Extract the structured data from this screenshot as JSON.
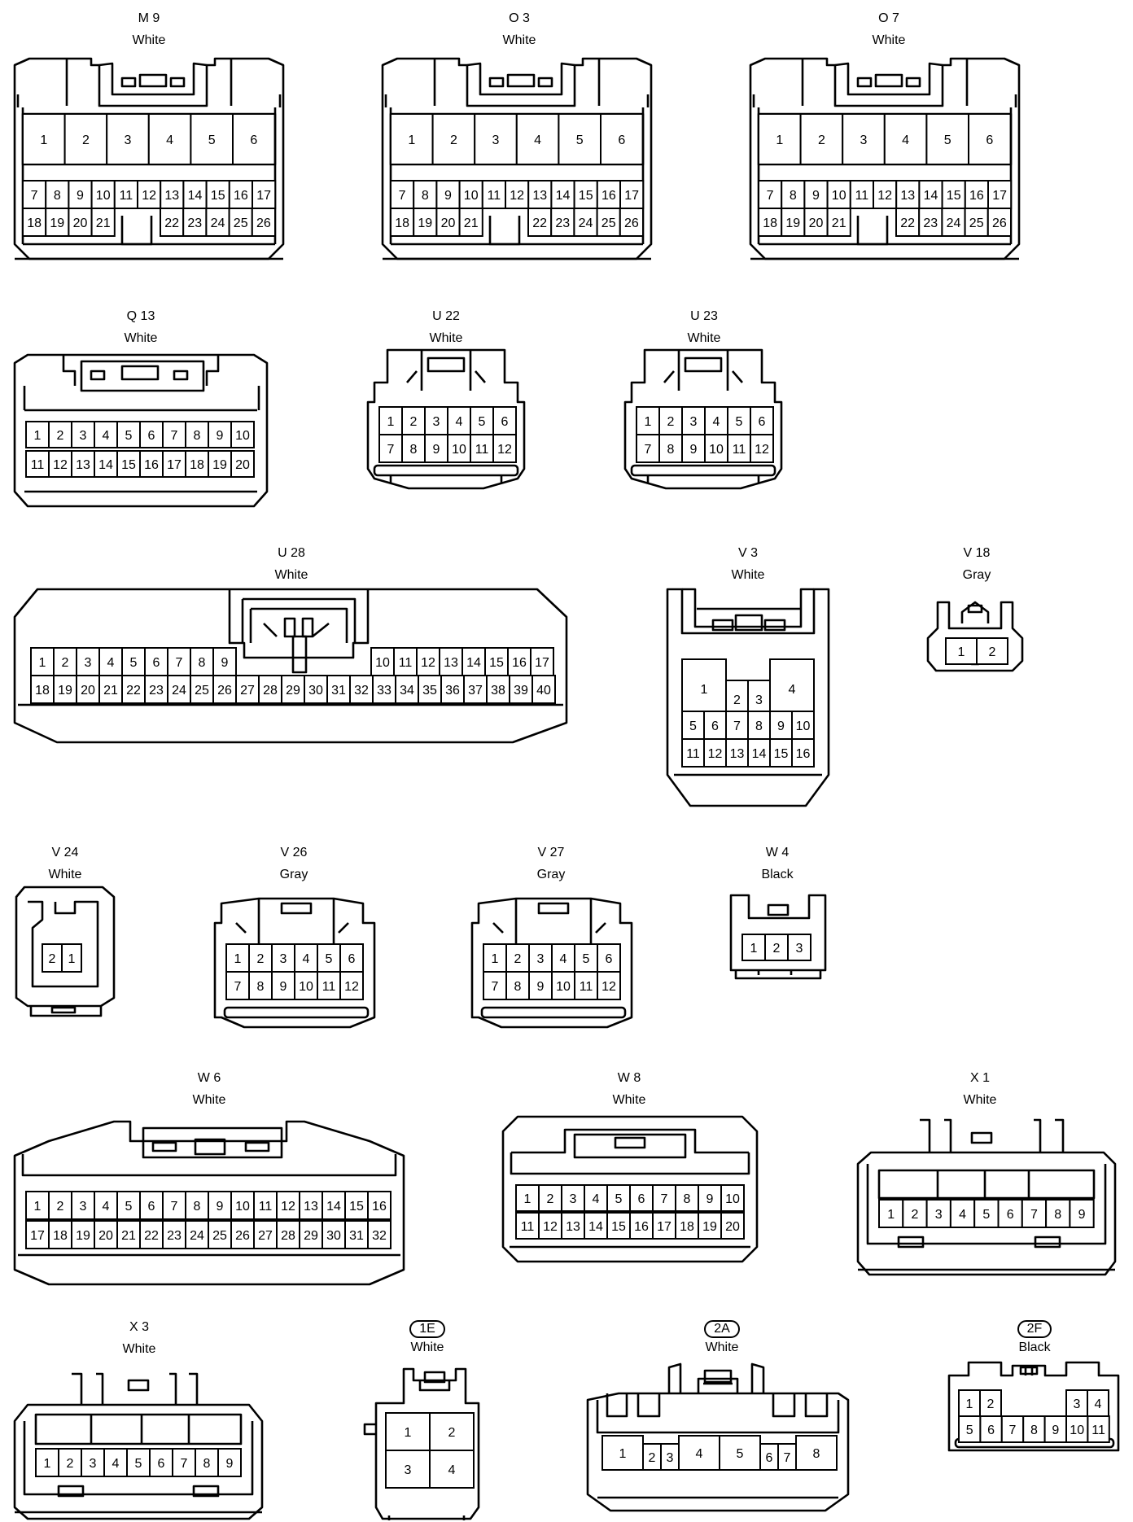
{
  "connectors": [
    {
      "id": "M 9",
      "color": "White",
      "pins": [
        "1",
        "2",
        "3",
        "4",
        "5",
        "6",
        "7",
        "8",
        "9",
        "10",
        "11",
        "12",
        "13",
        "14",
        "15",
        "16",
        "17",
        "18",
        "19",
        "20",
        "21",
        "22",
        "23",
        "24",
        "25",
        "26"
      ]
    },
    {
      "id": "O 3",
      "color": "White",
      "pins": [
        "1",
        "2",
        "3",
        "4",
        "5",
        "6",
        "7",
        "8",
        "9",
        "10",
        "11",
        "12",
        "13",
        "14",
        "15",
        "16",
        "17",
        "18",
        "19",
        "20",
        "21",
        "22",
        "23",
        "24",
        "25",
        "26"
      ]
    },
    {
      "id": "O 7",
      "color": "White",
      "pins": [
        "1",
        "2",
        "3",
        "4",
        "5",
        "6",
        "7",
        "8",
        "9",
        "10",
        "11",
        "12",
        "13",
        "14",
        "15",
        "16",
        "17",
        "18",
        "19",
        "20",
        "21",
        "22",
        "23",
        "24",
        "25",
        "26"
      ]
    },
    {
      "id": "Q 13",
      "color": "White",
      "pins": [
        "1",
        "2",
        "3",
        "4",
        "5",
        "6",
        "7",
        "8",
        "9",
        "10",
        "11",
        "12",
        "13",
        "14",
        "15",
        "16",
        "17",
        "18",
        "19",
        "20"
      ]
    },
    {
      "id": "U 22",
      "color": "White",
      "pins": [
        "1",
        "2",
        "3",
        "4",
        "5",
        "6",
        "7",
        "8",
        "9",
        "10",
        "11",
        "12"
      ]
    },
    {
      "id": "U 23",
      "color": "White",
      "pins": [
        "1",
        "2",
        "3",
        "4",
        "5",
        "6",
        "7",
        "8",
        "9",
        "10",
        "11",
        "12"
      ]
    },
    {
      "id": "U 28",
      "color": "White",
      "pins": [
        "1",
        "2",
        "3",
        "4",
        "5",
        "6",
        "7",
        "8",
        "9",
        "10",
        "11",
        "12",
        "13",
        "14",
        "15",
        "16",
        "17",
        "18",
        "19",
        "20",
        "21",
        "22",
        "23",
        "24",
        "25",
        "26",
        "27",
        "28",
        "29",
        "30",
        "31",
        "32",
        "33",
        "34",
        "35",
        "36",
        "37",
        "38",
        "39",
        "40"
      ]
    },
    {
      "id": "V 3",
      "color": "White",
      "pins": [
        "1",
        "2",
        "3",
        "4",
        "5",
        "6",
        "7",
        "8",
        "9",
        "10",
        "11",
        "12",
        "13",
        "14",
        "15",
        "16"
      ]
    },
    {
      "id": "V 18",
      "color": "Gray",
      "pins": [
        "1",
        "2"
      ]
    },
    {
      "id": "V 24",
      "color": "White",
      "pins": [
        "2",
        "1"
      ]
    },
    {
      "id": "V 26",
      "color": "Gray",
      "pins": [
        "1",
        "2",
        "3",
        "4",
        "5",
        "6",
        "7",
        "8",
        "9",
        "10",
        "11",
        "12"
      ]
    },
    {
      "id": "V 27",
      "color": "Gray",
      "pins": [
        "1",
        "2",
        "3",
        "4",
        "5",
        "6",
        "7",
        "8",
        "9",
        "10",
        "11",
        "12"
      ]
    },
    {
      "id": "W 4",
      "color": "Black",
      "pins": [
        "1",
        "2",
        "3"
      ]
    },
    {
      "id": "W 6",
      "color": "White",
      "pins": [
        "1",
        "2",
        "3",
        "4",
        "5",
        "6",
        "7",
        "8",
        "9",
        "10",
        "11",
        "12",
        "13",
        "14",
        "15",
        "16",
        "17",
        "18",
        "19",
        "20",
        "21",
        "22",
        "23",
        "24",
        "25",
        "26",
        "27",
        "28",
        "29",
        "30",
        "31",
        "32"
      ]
    },
    {
      "id": "W 8",
      "color": "White",
      "pins": [
        "1",
        "2",
        "3",
        "4",
        "5",
        "6",
        "7",
        "8",
        "9",
        "10",
        "11",
        "12",
        "13",
        "14",
        "15",
        "16",
        "17",
        "18",
        "19",
        "20"
      ]
    },
    {
      "id": "X 1",
      "color": "White",
      "pins": [
        "1",
        "2",
        "3",
        "4",
        "5",
        "6",
        "7",
        "8",
        "9"
      ]
    },
    {
      "id": "X 3",
      "color": "White",
      "pins": [
        "1",
        "2",
        "3",
        "4",
        "5",
        "6",
        "7",
        "8",
        "9"
      ]
    },
    {
      "id": "1E",
      "color": "White",
      "pins": [
        "1",
        "2",
        "3",
        "4"
      ]
    },
    {
      "id": "2A",
      "color": "White",
      "pins": [
        "1",
        "2",
        "3",
        "4",
        "5",
        "6",
        "7",
        "8"
      ]
    },
    {
      "id": "2F",
      "color": "Black",
      "pins": [
        "1",
        "2",
        "3",
        "4",
        "5",
        "6",
        "7",
        "8",
        "9",
        "10",
        "11"
      ]
    }
  ]
}
